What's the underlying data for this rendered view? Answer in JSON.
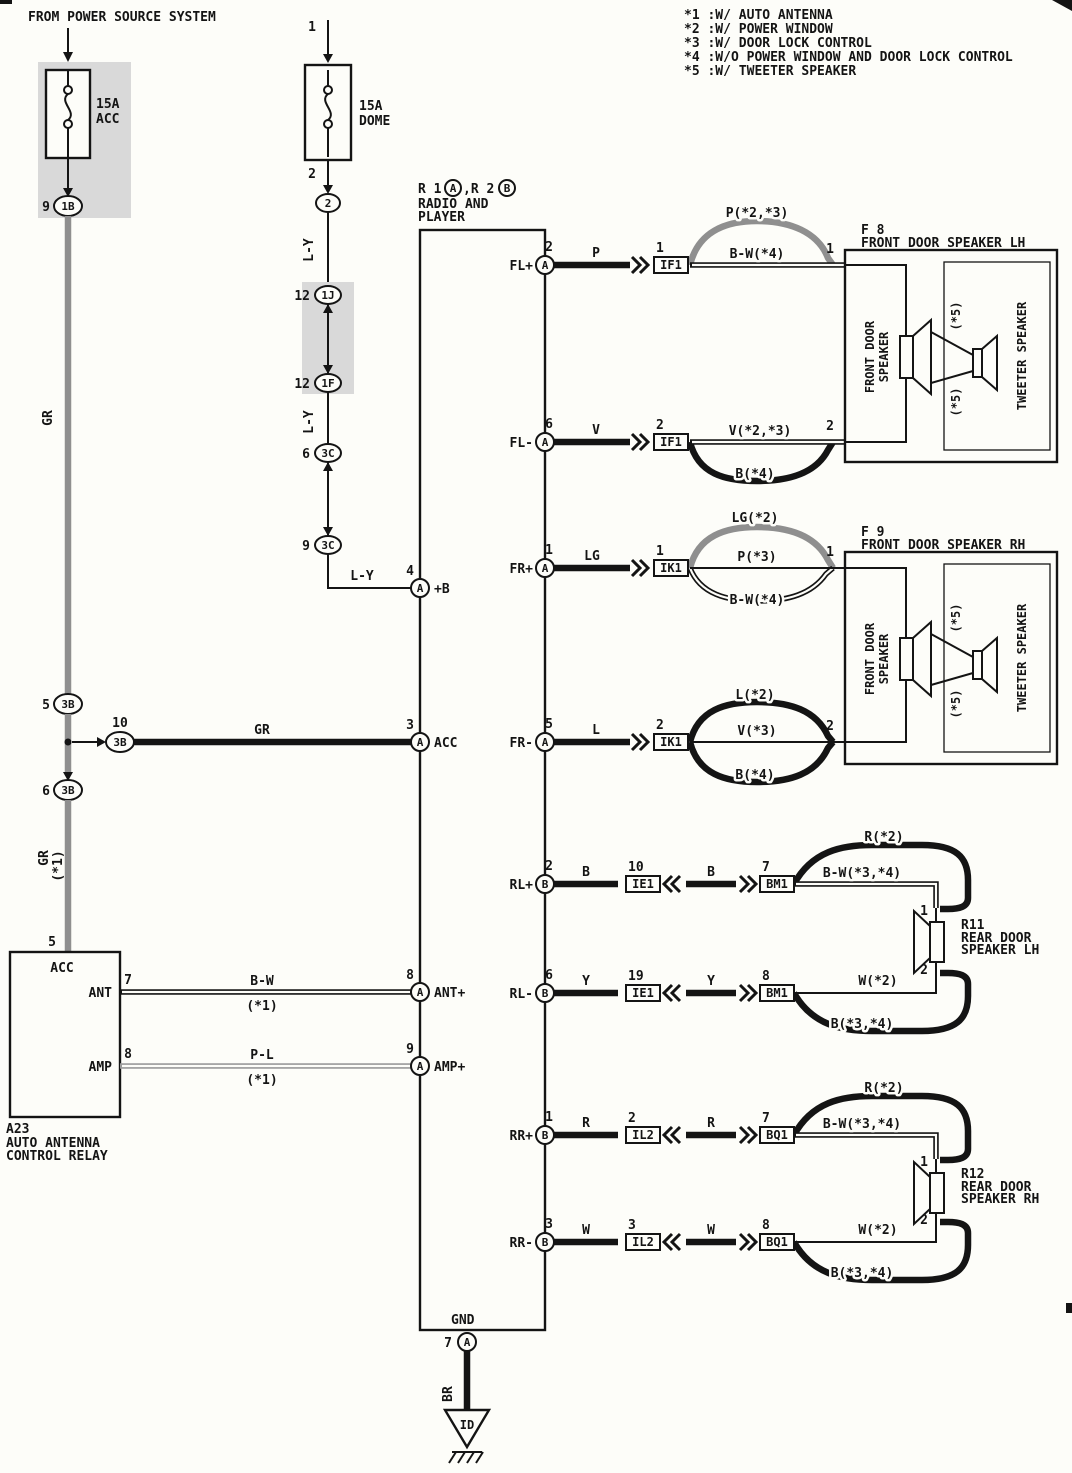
{
  "colors": {
    "wire_gray": "#8f8f8f",
    "shade": "#d9d9d9",
    "ink": "#141414"
  },
  "legend": [
    "*1 :W/ AUTO ANTENNA",
    "*2 :W/ POWER WINDOW",
    "*3 :W/ DOOR LOCK CONTROL",
    "*4 :W/O POWER WINDOW AND DOOR LOCK CONTROL",
    "*5 :W/ TWEETER SPEAKER"
  ],
  "power": {
    "source": "FROM POWER SOURCE SYSTEM",
    "fuse_acc_rating": "15A",
    "fuse_acc_name": "ACC",
    "fuse_dome_rating": "15A",
    "fuse_dome_name": "DOME",
    "dome_pin_top": "1",
    "dome_pin_bottom": "2"
  },
  "left": {
    "c1b": {
      "n": "9",
      "l": "1B"
    },
    "gr1": "GR",
    "c3b5": {
      "n": "5",
      "l": "3B"
    },
    "c3b10": {
      "n": "10",
      "l": "3B"
    },
    "gr_acc": "GR",
    "c3b6": {
      "n": "6",
      "l": "3B"
    },
    "gr2": "GR",
    "gr2_note": "(*1)",
    "relay_pin": "5",
    "relay": {
      "acc": "ACC",
      "ant": "ANT",
      "ant_pin": "7",
      "amp": "AMP",
      "amp_pin": "8",
      "id": "A23",
      "name1": "AUTO ANTENNA",
      "name2": "CONTROL RELAY"
    },
    "bw": "B-W",
    "bw_note": "(*1)",
    "pl": "P-L",
    "pl_note": "(*1)"
  },
  "mid": {
    "c2": "2",
    "ly1": "L-Y",
    "c1j": {
      "n": "12",
      "l": "1J"
    },
    "c1f": {
      "n": "12",
      "l": "1F"
    },
    "ly2": "L-Y",
    "c3c6": {
      "n": "6",
      "l": "3C"
    },
    "c3c9": {
      "n": "9",
      "l": "3C"
    },
    "ly3": "L-Y"
  },
  "radio": {
    "t1": "R 1",
    "ta": "A",
    "t2": ",R 2",
    "tb": "B",
    "name1": "RADIO AND",
    "name2": "PLAYER",
    "left_pins": [
      {
        "n": "4",
        "c": "A",
        "l": "+B"
      },
      {
        "n": "3",
        "c": "A",
        "l": "ACC"
      },
      {
        "n": "8",
        "c": "A",
        "l": "ANT+"
      },
      {
        "n": "9",
        "c": "A",
        "l": "AMP+"
      }
    ],
    "right_pins": [
      {
        "l": "FL+",
        "n": "2",
        "c": "A"
      },
      {
        "l": "FL-",
        "n": "6",
        "c": "A"
      },
      {
        "l": "FR+",
        "n": "1",
        "c": "A"
      },
      {
        "l": "FR-",
        "n": "5",
        "c": "A"
      },
      {
        "l": "RL+",
        "n": "2",
        "c": "B"
      },
      {
        "l": "RL-",
        "n": "6",
        "c": "B"
      },
      {
        "l": "RR+",
        "n": "1",
        "c": "B"
      },
      {
        "l": "RR-",
        "n": "3",
        "c": "B"
      }
    ],
    "gnd": {
      "l": "GND",
      "n": "7",
      "c": "A"
    }
  },
  "rows": {
    "flp": {
      "w": "P",
      "n1": "1",
      "j1": "IF1",
      "top": "P(*2,*3)",
      "mid": "B-W(*4)",
      "sp": "1"
    },
    "flm": {
      "w": "V",
      "n1": "2",
      "j1": "IF1",
      "mid": "V(*2,*3)",
      "bot": "B(*4)",
      "sp": "2"
    },
    "frp": {
      "w": "LG",
      "n1": "1",
      "j1": "IK1",
      "top": "LG(*2)",
      "mid": "P(*3)",
      "bot": "B-W(*4)",
      "sp": "1"
    },
    "frm": {
      "w": "L",
      "n1": "2",
      "j1": "IK1",
      "top": "L(*2)",
      "mid": "V(*3)",
      "bot": "B(*4)",
      "sp": "2"
    },
    "rlp": {
      "w1": "B",
      "n1": "10",
      "j1": "IE1",
      "w2": "B",
      "n2": "7",
      "j2": "BM1",
      "top": "R(*2)",
      "mid": "B-W(*3,*4)",
      "sp": "1"
    },
    "rlm": {
      "w1": "Y",
      "n1": "19",
      "j1": "IE1",
      "w2": "Y",
      "n2": "8",
      "j2": "BM1",
      "mid": "W(*2)",
      "bot": "B(*3,*4)",
      "sp": "2"
    },
    "rrp": {
      "w1": "R",
      "n1": "2",
      "j1": "IL2",
      "w2": "R",
      "n2": "7",
      "j2": "BQ1",
      "top": "R(*2)",
      "mid": "B-W(*3,*4)",
      "sp": "1"
    },
    "rrm": {
      "w1": "W",
      "n1": "3",
      "j1": "IL2",
      "w2": "W",
      "n2": "8",
      "j2": "BQ1",
      "mid": "W(*2)",
      "bot": "B(*3,*4)",
      "sp": "2"
    }
  },
  "speakers": {
    "f8": {
      "id": "F 8",
      "name": "FRONT DOOR SPEAKER LH",
      "main1": "FRONT DOOR",
      "main2": "SPEAKER",
      "tw": "TWEETER SPEAKER",
      "note_top": "(*5)",
      "note_bot": "(*5)"
    },
    "f9": {
      "id": "F 9",
      "name": "FRONT DOOR SPEAKER RH",
      "main1": "FRONT DOOR",
      "main2": "SPEAKER",
      "tw": "TWEETER SPEAKER",
      "note_top": "(*5)",
      "note_bot": "(*5)"
    },
    "r11": {
      "id": "R11",
      "n1": "REAR DOOR",
      "n2": "SPEAKER LH"
    },
    "r12": {
      "id": "R12",
      "n1": "REAR DOOR",
      "n2": "SPEAKER RH"
    }
  },
  "ground": {
    "wire": "BR",
    "sym": "ID"
  }
}
